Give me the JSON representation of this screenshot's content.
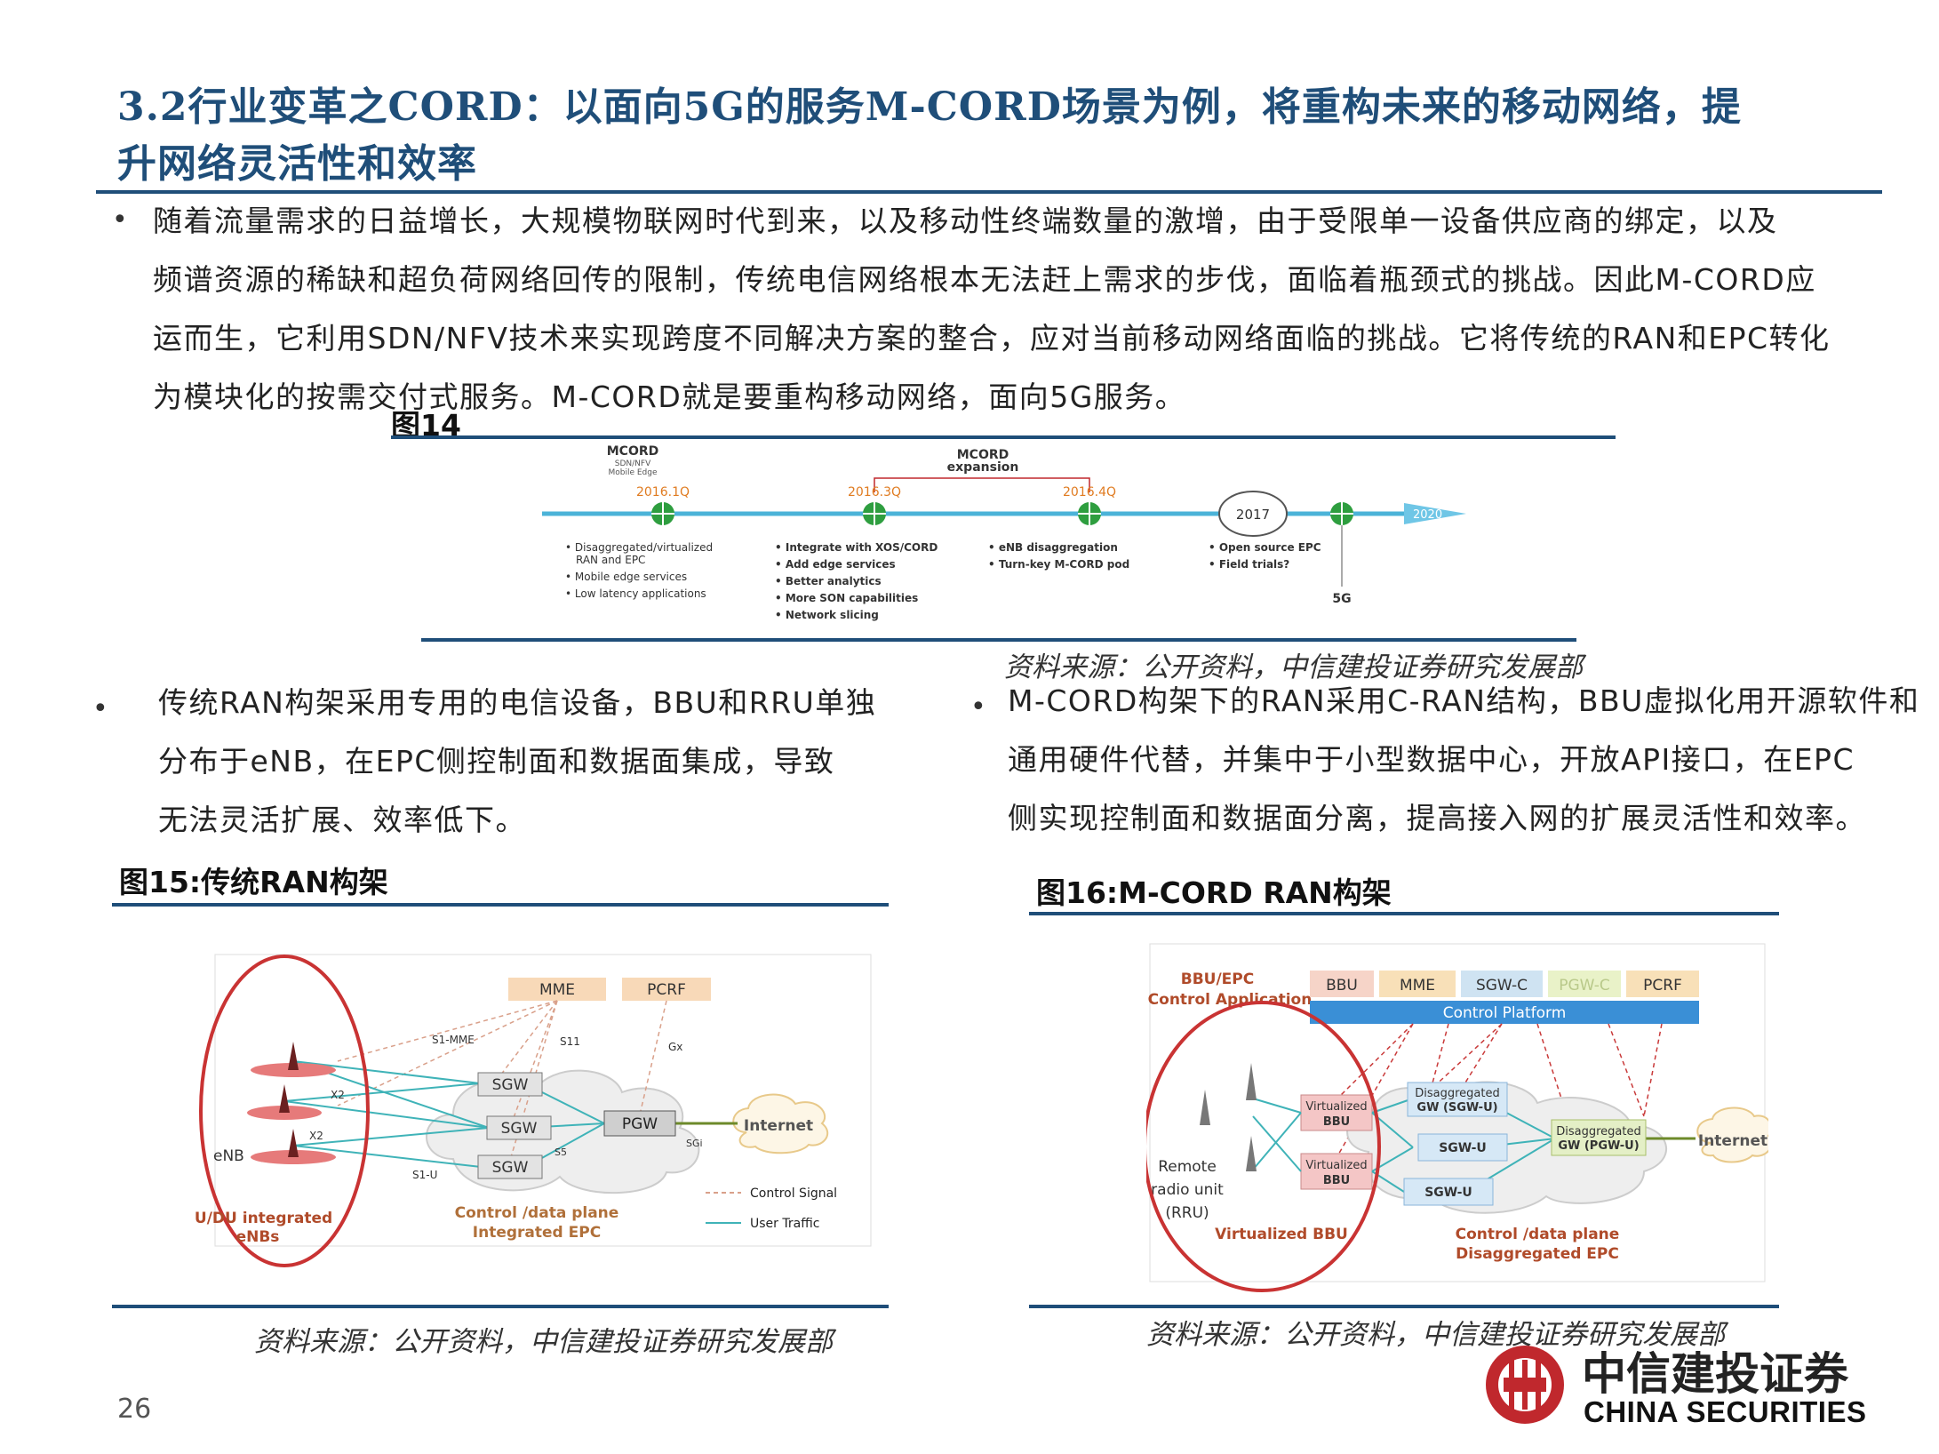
{
  "header": {
    "title_line1": "3.2行业变革之CORD：以面向5G的服务M-CORD场景为例，将重构未来的移动网络，提",
    "title_line2": "升网络灵活性和效率"
  },
  "intro": {
    "bullet": "•",
    "lines": [
      "随着流量需求的日益增长，大规模物联网时代到来，以及移动性终端数量的激增，由于受限单一设备供应商的绑定，以及",
      "频谱资源的稀缺和超负荷网络回传的限制，传统电信网络根本无法赶上需求的步伐，面临着瓶颈式的挑战。因此M-CORD应",
      "运而生，它利用SDN/NFV技术来实现跨度不同解决方案的整合，应对当前移动网络面临的挑战。它将传统的RAN和EPC转化",
      "为模块化的按需交付式服务。M-CORD就是要重构移动网络，面向5G服务。"
    ]
  },
  "fig14": {
    "title": "图14",
    "source": "资料来源：公开资料，中信建投证券研究发展部",
    "timeline": {
      "mcord_label": "MCORD",
      "mcord_sub1": "SDN/NFV",
      "mcord_sub2": "Mobile Edge",
      "expansion_label1": "MCORD",
      "expansion_label2": "expansion",
      "milestones": [
        "2016.1Q",
        "2016.3Q",
        "2016.4Q",
        "2017",
        "2020"
      ],
      "fiveg": "5G",
      "col1": [
        "• Disaggregated/virtualized",
        "RAN and EPC",
        "• Mobile edge services",
        "• Low latency applications"
      ],
      "col2": [
        "• Integrate with XOS/CORD",
        "• Add edge services",
        "• Better analytics",
        "• More SON capabilities",
        "• Network slicing"
      ],
      "col3": [
        "• eNB disaggregation",
        "• Turn-key M-CORD pod"
      ],
      "col4": [
        "• Open source EPC",
        "• Field trials?"
      ]
    }
  },
  "left_section": {
    "bullet": "•",
    "lines": [
      "传统RAN构架采用专用的电信设备，BBU和RRU单独",
      "分布于eNB，在EPC侧控制面和数据面集成，导致",
      "无法灵活扩展、效率低下。"
    ]
  },
  "right_section": {
    "bullet": "•",
    "lines": [
      "M-CORD构架下的RAN采用C-RAN结构，BBU虚拟化用开源软件和",
      "通用硬件代替，并集中于小型数据中心，开放API接口，在EPC",
      "侧实现控制面和数据面分离，提高接入网的扩展灵活性和效率。"
    ]
  },
  "fig15": {
    "title": "图15:传统RAN构架",
    "source": "资料来源：公开资料，中信建投证券研究发展部",
    "diagram": {
      "mme": "MME",
      "pcrf": "PCRF",
      "s1mme": "S1-MME",
      "s11": "S11",
      "gx": "Gx",
      "x2a": "X2",
      "x2b": "X2",
      "sgw": "SGW",
      "pgw": "PGW",
      "internet": "Internet",
      "s5": "S5",
      "sgi": "SGi",
      "s1u": "S1-U",
      "enb": "eNB",
      "ru_du1": "RU/DU integrated",
      "ru_du2": "eNBs",
      "cp1": "Control /data plane",
      "cp2": "Integrated EPC",
      "legend_control": "Control Signal",
      "legend_user": "User Traffic"
    }
  },
  "fig16": {
    "title": "图16:M-CORD RAN构架",
    "source": "资料来源：公开资料，中信建投证券研究发展部",
    "diagram": {
      "bbu_epc1": "BBU/EPC",
      "bbu_epc2": "Control Application",
      "boxes": [
        "BBU",
        "MME",
        "SGW-C",
        "PGW-C",
        "PCRF"
      ],
      "control_platform": "Control Platform",
      "vbbu1a": "Virtualized",
      "vbbu1b": "BBU",
      "vbbu2a": "Virtualized",
      "vbbu2b": "BBU",
      "dgw_s1": "Disaggregated",
      "dgw_s2": "GW (SGW-U)",
      "sgwu1": "SGW-U",
      "sgwu2": "SGW-U",
      "dgw_p1": "Disaggregated",
      "dgw_p2": "GW (PGW-U)",
      "internet": "Internet",
      "rru1": "Remote",
      "rru2": "radio unit",
      "rru3": "(RRU)",
      "vbbu_label": "Virtualized BBU",
      "cp1": "Control /data plane",
      "cp2": "Disaggregated EPC"
    }
  },
  "footer": {
    "page_number": "26",
    "logo_cn": "中信建投证券",
    "logo_en": "CHINA SECURITIES"
  },
  "colors": {
    "title_blue": "#1f4e79",
    "accent_red": "#c0282d",
    "timeline_teal": "#4bb3d8",
    "timeline_green": "#2e9e3f"
  }
}
